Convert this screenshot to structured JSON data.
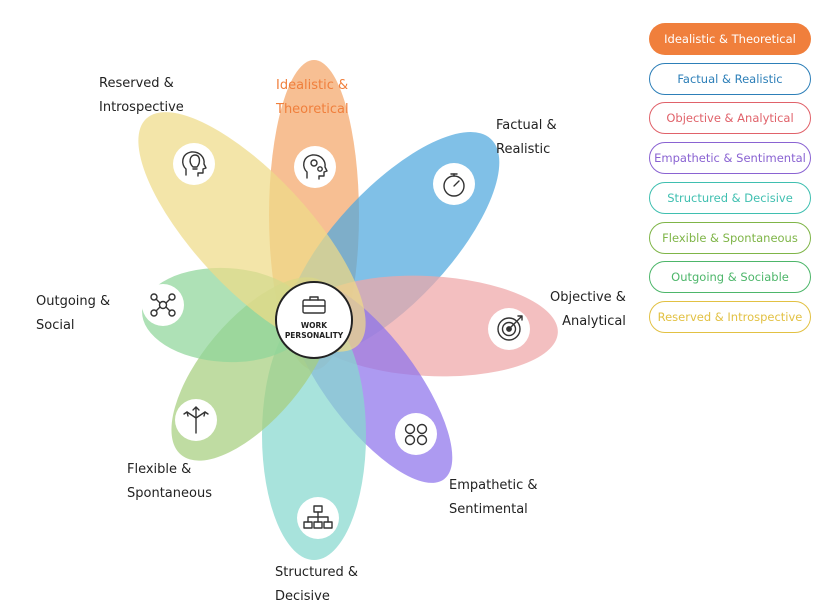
{
  "center": {
    "line1": "WORK",
    "line2": "PERSONALITY",
    "icon": "briefcase-icon"
  },
  "petals": [
    {
      "key": "idealistic",
      "label1": "Idealistic &",
      "label2": "Theoretical",
      "color": "#F4A66A",
      "icon": "head-gears-icon"
    },
    {
      "key": "factual",
      "label1": "Factual &",
      "label2": "Realistic",
      "color": "#4FA8DE",
      "icon": "stopwatch-icon"
    },
    {
      "key": "objective",
      "label1": "Objective &",
      "label2": "Analytical",
      "color": "#EFA6A8",
      "icon": "target-icon"
    },
    {
      "key": "empathetic",
      "label1": "Empathetic &",
      "label2": "Sentimental",
      "color": "#8E73EC",
      "icon": "emotions-icon"
    },
    {
      "key": "structured",
      "label1": "Structured &",
      "label2": "Decisive",
      "color": "#86D8CF",
      "icon": "hierarchy-icon"
    },
    {
      "key": "flexible",
      "label1": "Flexible &",
      "label2": "Spontaneous",
      "color": "#A6CF7E",
      "icon": "arrows-branch-icon"
    },
    {
      "key": "outgoing",
      "label1": "Outgoing &",
      "label2": "Social",
      "color": "#8FD69A",
      "icon": "network-people-icon"
    },
    {
      "key": "reserved",
      "label1": "Reserved &",
      "label2": "Introspective",
      "color": "#EEDB88",
      "icon": "head-lightbulb-icon"
    }
  ],
  "legend": [
    {
      "label": "Idealistic & Theoretical",
      "color": "#F07F3C",
      "active": true
    },
    {
      "label": "Factual & Realistic",
      "color": "#2D7FB8",
      "active": false
    },
    {
      "label": "Objective & Analytical",
      "color": "#E0626A",
      "active": false
    },
    {
      "label": "Empathetic & Sentimental",
      "color": "#8A63D2",
      "active": false
    },
    {
      "label": "Structured & Decisive",
      "color": "#3FBFB0",
      "active": false
    },
    {
      "label": "Flexible & Spontaneous",
      "color": "#7FB548",
      "active": false
    },
    {
      "label": "Outgoing & Sociable",
      "color": "#4DB66A",
      "active": false
    },
    {
      "label": "Reserved & Introspective",
      "color": "#E2C143",
      "active": false
    }
  ]
}
